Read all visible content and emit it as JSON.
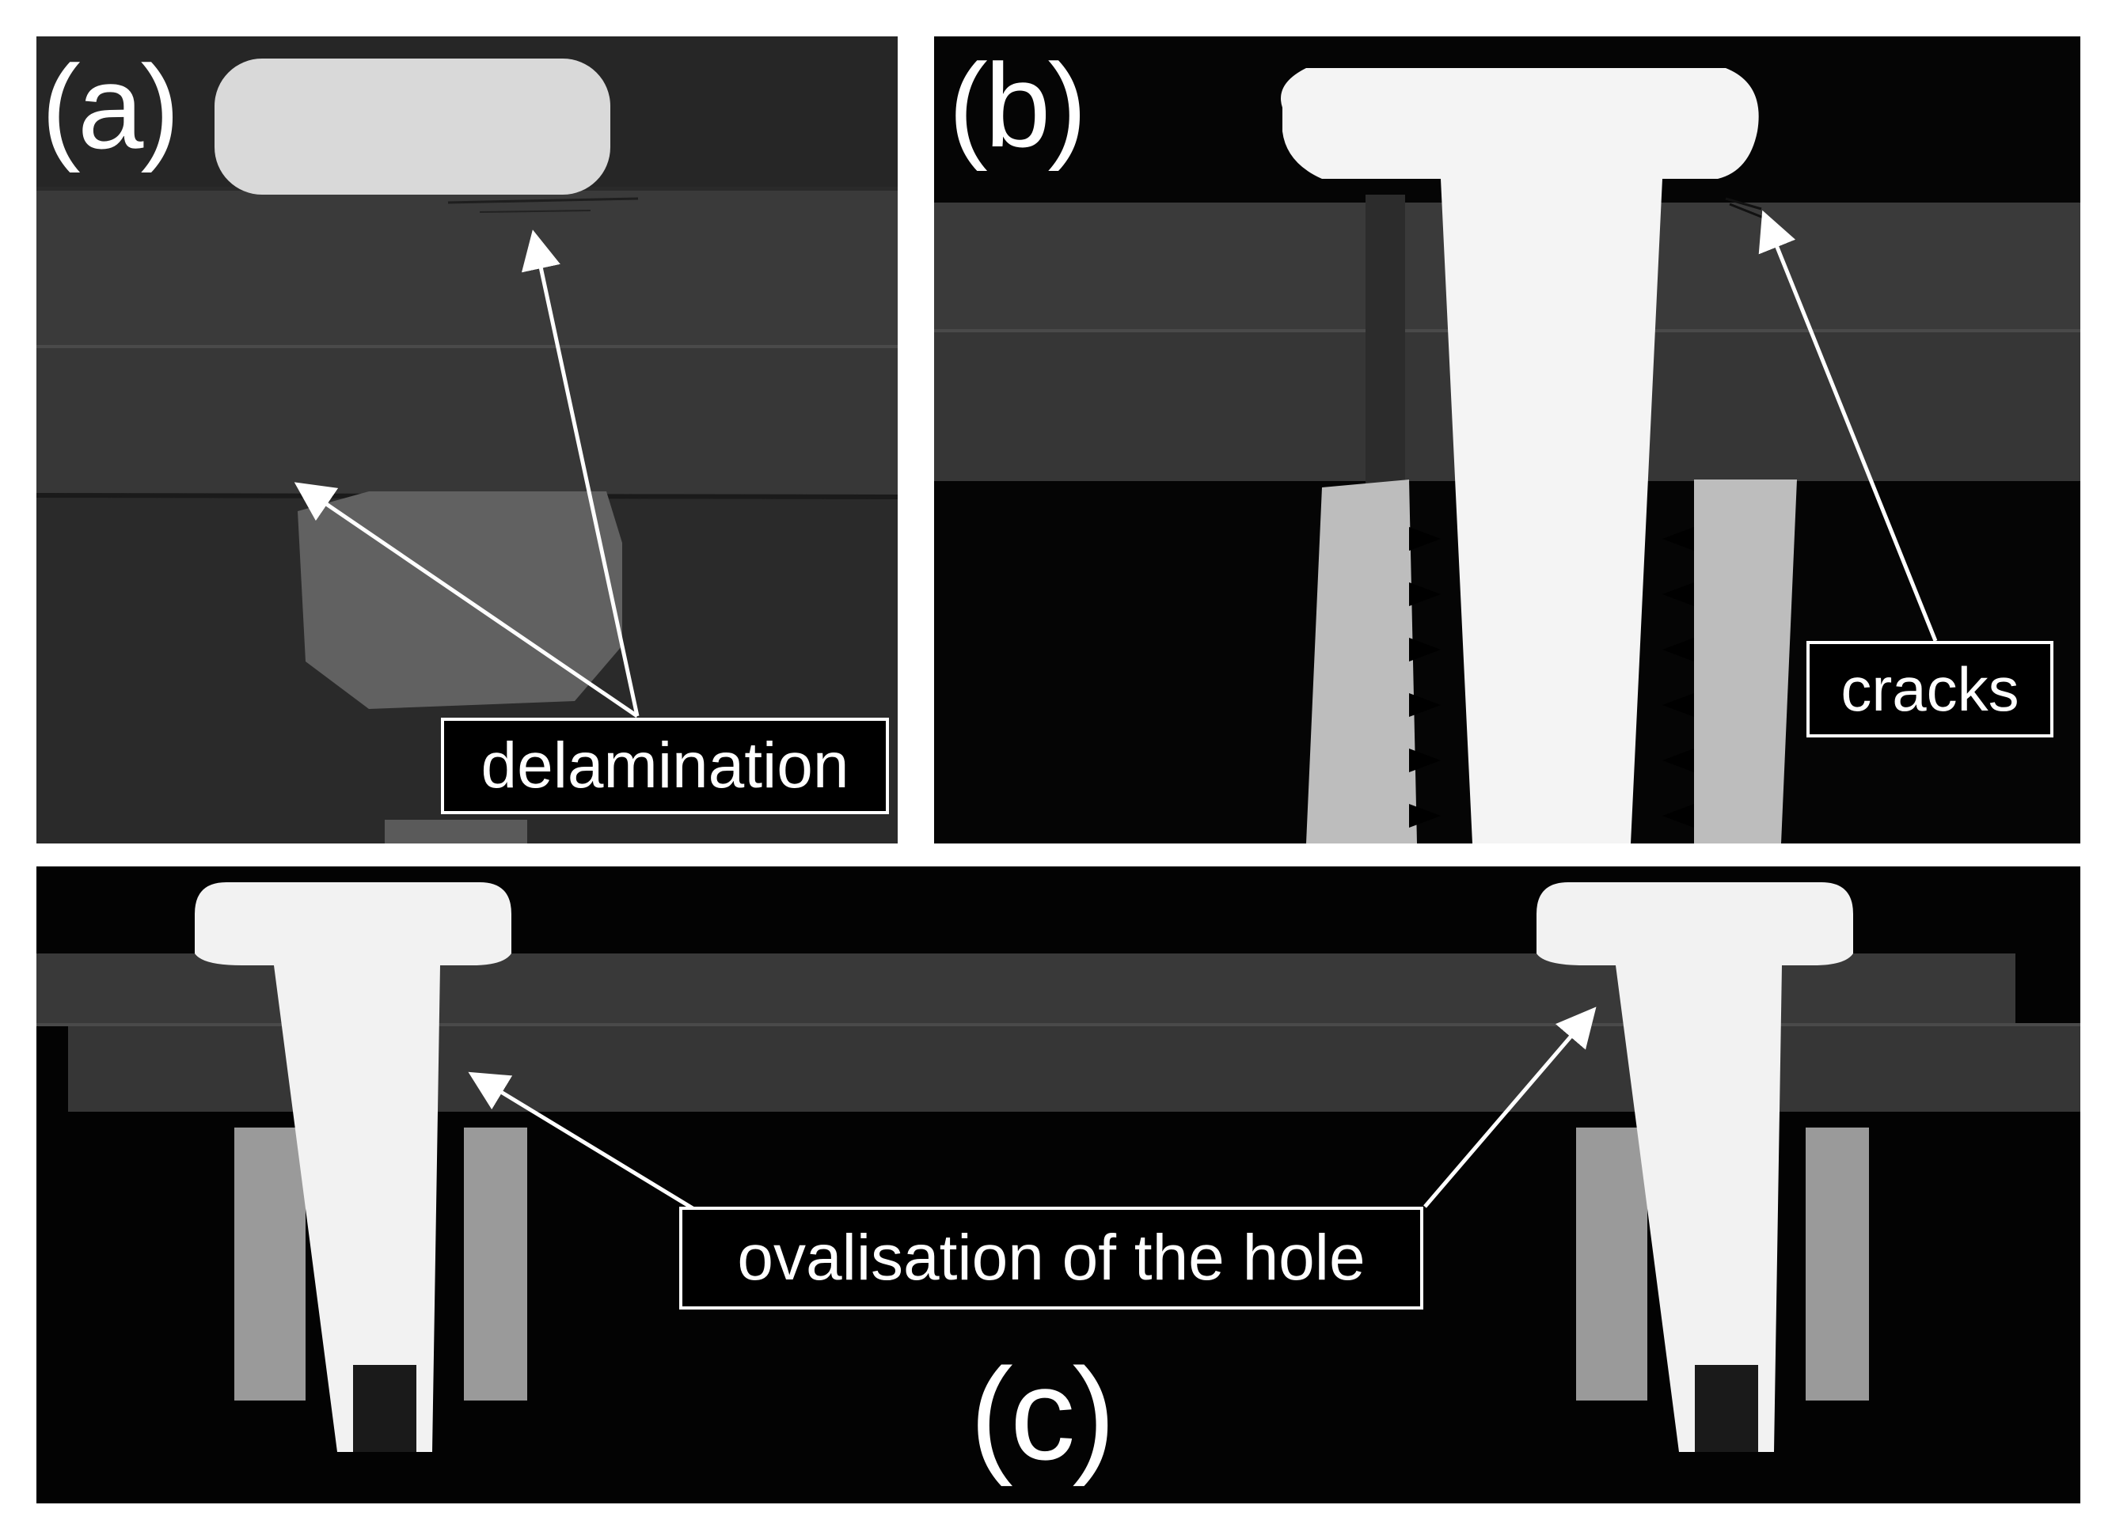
{
  "panels": {
    "a": {
      "label": "(a)",
      "callout": "delamination"
    },
    "b": {
      "label": "(b)",
      "callout": "cracks"
    },
    "c": {
      "label": "(c)",
      "callout": "ovalisation of the hole"
    }
  },
  "colors": {
    "background": "#ffffff",
    "void": "#000000",
    "laminate": "#3a3a3a",
    "metal_bright": "#f2f2f2",
    "nut_grey": "#9a9a9a",
    "arrow": "#ffffff"
  }
}
